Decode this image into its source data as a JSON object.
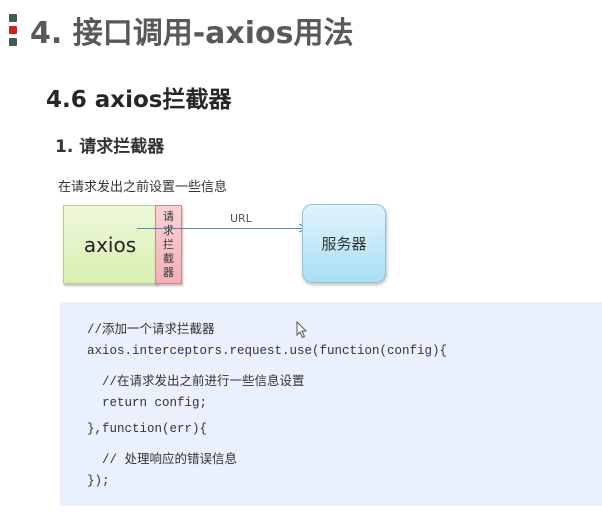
{
  "header": {
    "bullet_colors": [
      "#3f5a52",
      "#d0201c",
      "#3f5a52"
    ],
    "title": "4. 接口调用-axios用法",
    "subtitle": "4.6 axios拦截器",
    "section": "1. 请求拦截器",
    "description": "在请求发出之前设置一些信息"
  },
  "diagram": {
    "client_label": "axios",
    "interceptor_chars": [
      "请",
      "求",
      "拦",
      "截",
      "器"
    ],
    "arrow_label": "URL",
    "server_label": "服务器",
    "colors": {
      "client": "#d9efb0",
      "interceptor": "#f2b0b5",
      "server": "#a9def3",
      "arrow": "#5f86b3"
    }
  },
  "code": {
    "background": "#eaf1fd",
    "lines": [
      "//添加一个请求拦截器",
      "axios.interceptors.request.use(function(config){",
      "  //在请求发出之前进行一些信息设置",
      "  return config;",
      "},function(err){",
      "  // 处理响应的错误信息",
      "});"
    ]
  }
}
